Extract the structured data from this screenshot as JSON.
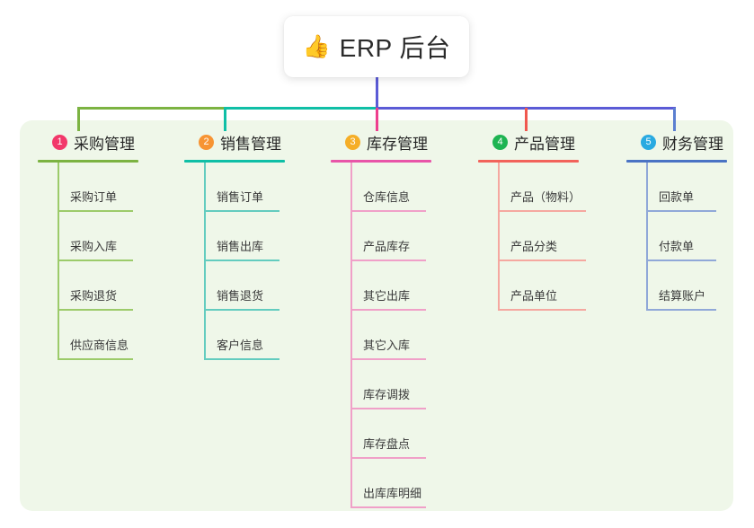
{
  "root": {
    "icon": "thumbs-up-icon",
    "icon_glyph": "👍",
    "title": "ERP 后台"
  },
  "palette": {
    "panel_background": "#eff7e9",
    "page_background": "#ffffff",
    "trunk": "#5b5bd6",
    "branch_green": "#7cb342",
    "branch_teal": "#0fbfa6",
    "branch_indigo": "#5b5bd6",
    "branch_pink": "#ee3f8e",
    "branch_red": "#f0584f",
    "branch_blue": "#5b7fd0"
  },
  "columns": [
    {
      "number": "1",
      "title": "采购管理",
      "badge_color": "#f2386a",
      "line_color": "#7cb342",
      "leaf_line_color": "#9ccb6a",
      "head_rule_width": 112,
      "leaf_rule_width": 84,
      "items": [
        "采购订单",
        "采购入库",
        "采购退货",
        "供应商信息"
      ]
    },
    {
      "number": "2",
      "title": "销售管理",
      "badge_color": "#f79433",
      "line_color": "#0fbfa6",
      "leaf_line_color": "#63ccbf",
      "head_rule_width": 112,
      "leaf_rule_width": 84,
      "items": [
        "销售订单",
        "销售出库",
        "销售退货",
        "客户信息"
      ]
    },
    {
      "number": "3",
      "title": "库存管理",
      "badge_color": "#f5ae27",
      "line_color": "#e855a8",
      "leaf_line_color": "#f0a0c8",
      "head_rule_width": 112,
      "leaf_rule_width": 84,
      "items": [
        "仓库信息",
        "产品库存",
        "其它出库",
        "其它入库",
        "库存调拨",
        "库存盘点",
        "出库库明细"
      ]
    },
    {
      "number": "4",
      "title": "产品管理",
      "badge_color": "#1eb452",
      "line_color": "#f2635b",
      "leaf_line_color": "#f5a8a0",
      "head_rule_width": 112,
      "leaf_rule_width": 98,
      "items": [
        "产品（物料）",
        "产品分类",
        "产品单位"
      ]
    },
    {
      "number": "5",
      "title": "财务管理",
      "badge_color": "#29aae1",
      "line_color": "#4a73c4",
      "leaf_line_color": "#90a8d8",
      "head_rule_width": 112,
      "leaf_rule_width": 78,
      "items": [
        "回款单",
        "付款单",
        "结算账户"
      ]
    }
  ]
}
